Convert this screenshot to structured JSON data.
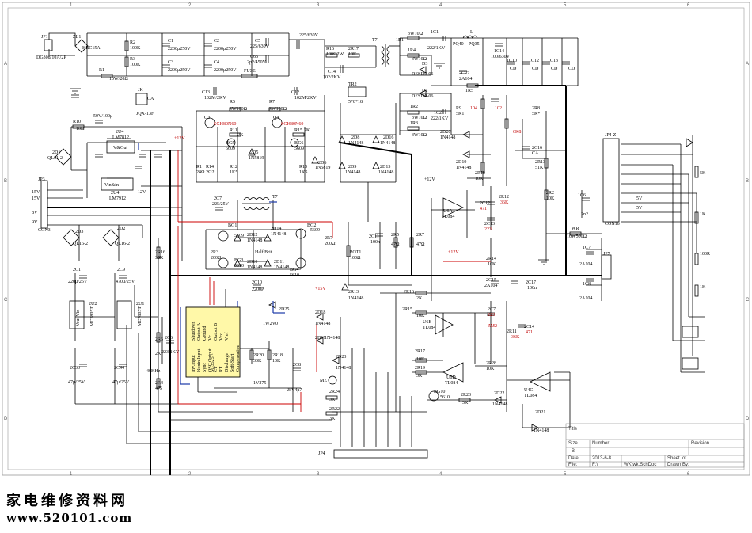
{
  "grid": {
    "columns": [
      "1",
      "2",
      "3",
      "4",
      "5",
      "6"
    ],
    "rows": [
      "A",
      "B",
      "C",
      "D"
    ]
  },
  "components": {
    "jp1": "JP1",
    "jp1_desc": "DG308/10A/2P",
    "zl1": "ZL1",
    "kbc": "KBC15A",
    "r2": "R2",
    "r2v": "100K",
    "r3": "R3",
    "r3v": "100K",
    "r1": "R1",
    "r1v": "10W/20Ω",
    "c1": "C1",
    "c1v": "2200μ250V",
    "c2": "C2",
    "c2v": "2200μ250V",
    "c3": "C3",
    "c3v": "2200μ250V",
    "c4": "C4",
    "c4v": "2200μ250V",
    "c5": "C5",
    "c5v": "225/630V",
    "c66": "C66",
    "c66v": "2p2/450V",
    "fuse": "FUSE",
    "c225": "225/630V",
    "r16": "R16",
    "r16v": "100Ω2W",
    "r17": "2R17",
    "r17v": "10K",
    "t7": "T7",
    "c14": "C14",
    "c14v": "102/2KV",
    "ir1": "1R1",
    "ir1v": "3W10Ω",
    "ic1": "1C1",
    "ic1v": "222/1KV",
    "l1": "L",
    "l1v": "PQ35",
    "pq40": "PQ40",
    "ir4": "1R4",
    "ir4v": "3W10Ω",
    "d3": "D3",
    "d3v": "DESI30-06",
    "ic14": "1C14",
    "ic14v": "100/630V",
    "c10": "1C10",
    "c12": "1C12",
    "c13": "1C13",
    "cd": "CD",
    "c22": "2C22",
    "c22v": "2A104",
    "ir5": "1R5",
    "c13b": "C13",
    "c13bv": "102M/2KV",
    "c12b": "C12",
    "c12bv": "102M/2KV",
    "r5": "R5",
    "r5v": "3W100Ω",
    "r7": "R7",
    "r7v": "3W100Ω",
    "q3": "Q3",
    "q3v": "SGH80N60",
    "q4": "Q4",
    "q4v": "SGH80N60",
    "jk": "JK",
    "ca": "CA",
    "jqx": "JQX-13F",
    "tr2": "TR2",
    "tr2v": "5*8*18",
    "d2": "D2",
    "d2v": "DESI30-06",
    "ir2": "1R2",
    "ir2v": "3W10Ω",
    "ir3": "1R3",
    "ir3v": "3W10Ω",
    "ic2": "1C2",
    "ic2v": "222/1KV",
    "r9": "R9",
    "r9v": "5K1",
    "c104": "104",
    "c102": "102",
    "r8": "2R8",
    "r8v": "5K*",
    "c50v": "50V/100μ",
    "r10": "R10",
    "r10v": "10Ω",
    "u4": "2U4",
    "u4v": "LM7812",
    "vout": "V&Out",
    "vin": "Vin&in",
    "u4b": "2U4",
    "u4bv": "LM7912",
    "d1": "2D1",
    "d1v": "QL61-2",
    "r11": "R11",
    "r11v": "2K",
    "r15": "R15",
    "r15v": "2K",
    "bg5": "BG5",
    "bg5v": "5609",
    "bg6": "BG6",
    "bg6v": "5609",
    "d5": "2D5",
    "d5v": "1N5819",
    "d6": "2D6",
    "d6v": "1N5819",
    "d8": "2D8",
    "d8v": "1N4148",
    "d16": "2D16",
    "d16v": "1N4148",
    "d9": "2D9",
    "d9v": "1N4148",
    "d15": "2D15",
    "d15v": "1N4148",
    "d20": "2D20",
    "d20v": "1N4148",
    "d19": "2D19",
    "d19v": "1N4148",
    "r10b": "2R10",
    "r10bv": "10K",
    "r12b": "2R12",
    "r12bv": "36K",
    "c16": "2C16",
    "c16v": "CA",
    "r13": "2R13",
    "r13v": "51K",
    "r6k8": "6K8",
    "r1b": "R1",
    "r1bv": "24Ω",
    "r12": "R12",
    "r12v": "1K5",
    "r13b": "R13",
    "r13bv": "1K5",
    "r14": "R14",
    "r14v": "2Ω2",
    "jp3": "JP3",
    "con3": "CON3",
    "v15a": "15V",
    "v15b": "15V",
    "v8": "8V",
    "v9": "9V",
    "d3b": "2D3",
    "d3bv": "QL16-2",
    "d2b": "2D2",
    "d2bv": "QL16-2",
    "c7": "2C7",
    "c7v": "225/25V",
    "t7b": "T7",
    "bg1": "BG1",
    "bg1v": "5609",
    "bg2": "BG2",
    "bg2v": "5609",
    "bg3": "BG3",
    "bg3v": "5610",
    "bg4": "BG4",
    "bg4v": "5610",
    "d12": "2D12",
    "d12v": "1N4148",
    "d14": "2D14",
    "d14v": "1N4148",
    "d10": "2D10",
    "d10v": "1N4148",
    "d11": "2D11",
    "d11v": "1N4148",
    "halfbrit": "Half Brit",
    "r3b": "2R3",
    "r3bv": "200Ω",
    "r7b": "2R7",
    "r7bv": "200Ω",
    "r16b": "2R16",
    "r16bv": "35K",
    "pot1": "POT1",
    "pot1v": "100Ω",
    "c11": "2C11",
    "c11v": "100n",
    "r5b": "2R5",
    "r5bv": "47Ω",
    "r7c": "2R7",
    "r7cv": "47Ω",
    "u6a": "U6A",
    "u6av": "TL084",
    "c12c": "2C12",
    "c12cv": "471",
    "c13c": "2C13",
    "c13cv": "223",
    "r14b": "2R14",
    "r14bv": "10K",
    "r2b": "2R2",
    "r2bv": "10K",
    "c6": "1C6",
    "c6v": "2n2",
    "wr": "WR",
    "wrv": "10W500Ω",
    "c7b": "1C7",
    "c7bv": "2A104",
    "c8": "1C8",
    "c8v": "2A104",
    "jp7": "JP7",
    "jp4z": "JP4-Z",
    "con16": "CON16",
    "r5k": "5K",
    "r1k": "1K",
    "r100r": "100R",
    "r1kb": "1K",
    "v5a": "5V",
    "v5b": "5V",
    "c1b": "2C1",
    "c1bv": "220μ/25V",
    "c9": "2C9",
    "c9v": "470μ/25V",
    "u2": "2U2",
    "u2v": "MC7805T",
    "u1": "2U1",
    "u1v": "MC7805T",
    "vout2": "Vout Vin",
    "c6b": "2C6",
    "c6bv": "223/1KV",
    "r6": "2R6",
    "r6v": "2K",
    "r4": "2R4",
    "r4v": "475",
    "c33": "2C33",
    "c33v": "47μ/25V",
    "c44": "2C44",
    "c44v": "47μ/25V",
    "sg": "SG3525",
    "khz": "40KHz",
    "r20": "2R20",
    "r20v": "30K",
    "r18": "2R18",
    "r18v": "10K",
    "c10b": "2C10",
    "c10bv": "2200P",
    "d25": "2D25",
    "d25v": "1W2V0",
    "d18": "2D18",
    "d18v": "1N4148",
    "d17": "2D17",
    "d17v": "1N4148",
    "d23": "2D23",
    "d23v": "1N4148",
    "r13c": "2R13",
    "r13cv": "1N4148",
    "c8b": "2C8",
    "c8bv": "25V4μ7",
    "v2": "1V275",
    "me": "ME",
    "r24": "2R24",
    "r24v": "3K",
    "r22": "2R22",
    "r22v": "3K",
    "r16c": "2R16",
    "r16cv": "2K",
    "r15b": "2R15",
    "r15bv": "10K",
    "u6b": "U6B",
    "u6bv": "TL084",
    "r11b": "2R11",
    "r11bv": "36K",
    "c7c": "2C7",
    "c7cv": "223",
    "c14b": "2C14",
    "c14bv": "471",
    "zm2": "ZM2",
    "c15": "2C15",
    "c15v": "2A104",
    "c17": "2C17",
    "c17v": "100n",
    "r19": "2R19",
    "r19v": "3K",
    "u6d": "U6D",
    "u6dv": "TL084",
    "r28": "2R28",
    "r28v": "10K",
    "bg10": "BG10",
    "bg10v": "5610",
    "r23": "2R23",
    "r23v": "3K",
    "d22": "2D22",
    "d22v": "1N4148",
    "u4c": "U4C",
    "u4cv": "TL084",
    "d21": "2D21",
    "d21v": "1N4148",
    "jp4": "JP4",
    "plus12a": "+12V",
    "plus12b": "+12V",
    "plus12c": "+12V",
    "minus12": "-12V",
    "v15c": "+15V"
  },
  "sg3525_pins": [
    "Inv.Input",
    "Nonin.Input",
    "Sync",
    "OSC.Output",
    "CT",
    "RT",
    "Discharge",
    "Soft-Start",
    "Compensation",
    "Shutdown",
    "Output A",
    "Ground",
    "Vc",
    "Output B",
    "Vcc",
    "Vref"
  ],
  "title_block": {
    "title_label": "Title",
    "size_label": "Size",
    "size_value": "B",
    "number_label": "Number",
    "revision_label": "Revision",
    "date_label": "Date:",
    "date_value": "2013-6-8",
    "sheet_label": "Sheet",
    "of_label": "of",
    "file_label": "File:",
    "file_value": "F:\\",
    "file_path": "WK\\wk.SchDoc",
    "drawn_label": "Drawn By:"
  },
  "watermark": {
    "line1": "家电维修资料网",
    "line2": "www.520101.com"
  },
  "colors": {
    "wire": "#000000",
    "power_rail": "#000000",
    "red_wire": "#cc0000",
    "blue_wire": "#1a3aa8",
    "ic_fill": "#fff8a8"
  }
}
